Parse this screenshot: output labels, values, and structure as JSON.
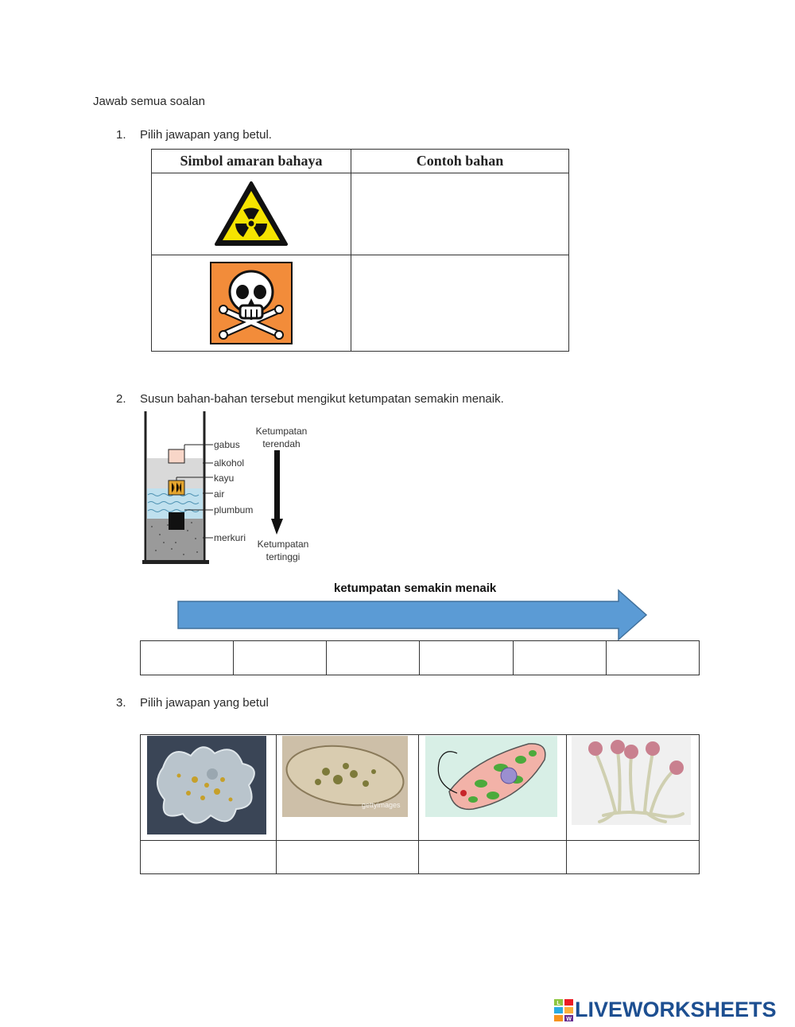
{
  "instruction": "Jawab semua soalan",
  "q1": {
    "number": "1.",
    "text": "Pilih jawapan yang betul.",
    "headers": [
      "Simbol amaran bahaya",
      "Contoh bahan"
    ],
    "symbols": [
      "radiation-warning-icon",
      "toxic-skull-icon"
    ],
    "colors": {
      "radiation": "#f5e400",
      "toxic": "#f28c3a"
    }
  },
  "q2": {
    "number": "2.",
    "text": "Susun bahan-bahan tersebut mengikut ketumpatan semakin menaik.",
    "beaker_labels": [
      "gabus",
      "alkohol",
      "kayu",
      "air",
      "plumbum",
      "merkuri"
    ],
    "top_label": [
      "Ketumpatan",
      "terendah"
    ],
    "bottom_label": [
      "Ketumpatan",
      "tertinggi"
    ],
    "arrow_label": "ketumpatan semakin menaik",
    "arrow_color": "#5b9bd5",
    "answer_boxes": 6
  },
  "q3": {
    "number": "3.",
    "text": "Pilih jawapan yang betul",
    "images": [
      "amoeba-image",
      "paramecium-image",
      "euglena-image",
      "mucor-fungus-image"
    ],
    "watermark": "gettyimages"
  },
  "footer": {
    "logo_text": "LIVEWORKSHEETS",
    "logo_letters": [
      "L",
      "W"
    ]
  }
}
